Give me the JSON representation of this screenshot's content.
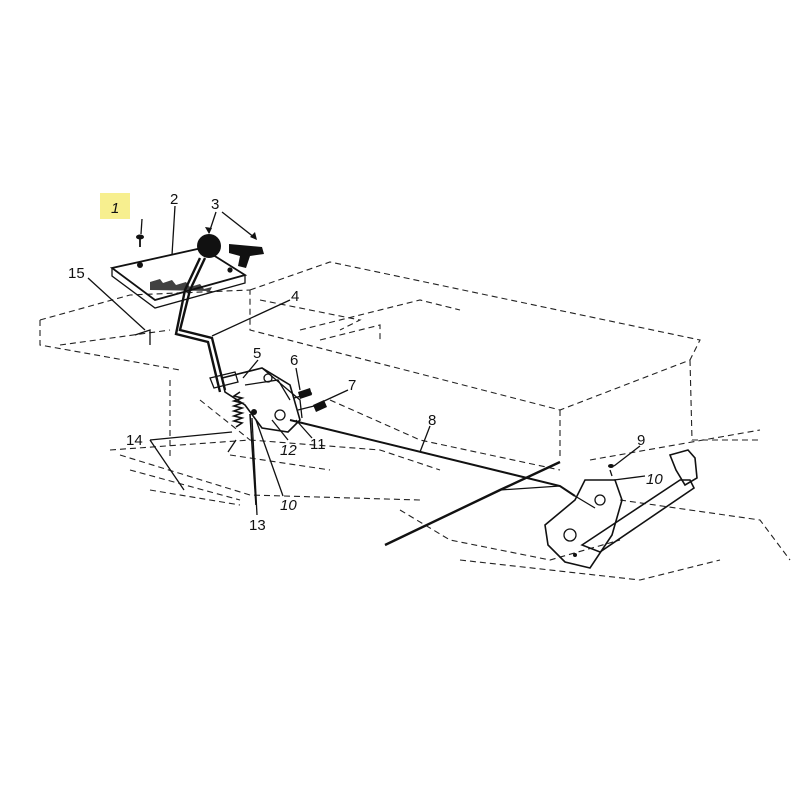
{
  "highlight_color": "#f7ef8f",
  "line_color": "#111111",
  "callouts": [
    {
      "id": "1",
      "text": "1",
      "highlighted": true
    },
    {
      "id": "2",
      "text": "2"
    },
    {
      "id": "3",
      "text": "3"
    },
    {
      "id": "4",
      "text": "4"
    },
    {
      "id": "5",
      "text": "5"
    },
    {
      "id": "6",
      "text": "6"
    },
    {
      "id": "7",
      "text": "7"
    },
    {
      "id": "8",
      "text": "8"
    },
    {
      "id": "9",
      "text": "9"
    },
    {
      "id": "10a",
      "text": "10"
    },
    {
      "id": "10b",
      "text": "10"
    },
    {
      "id": "11",
      "text": "11"
    },
    {
      "id": "12",
      "text": "12"
    },
    {
      "id": "13",
      "text": "13"
    },
    {
      "id": "14",
      "text": "14"
    },
    {
      "id": "15",
      "text": "15"
    }
  ]
}
